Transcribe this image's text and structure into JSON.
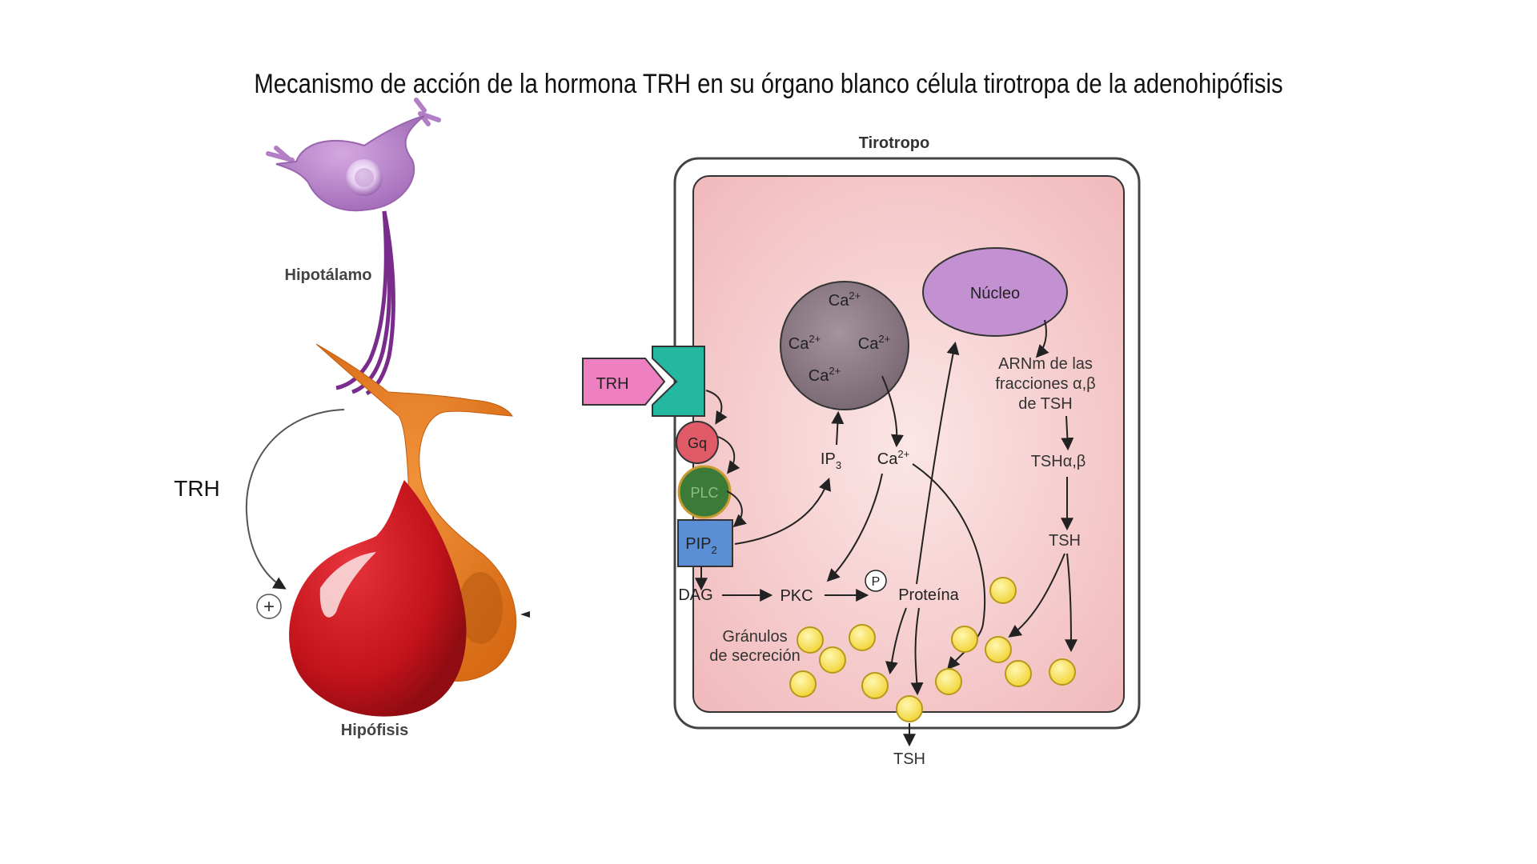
{
  "title": "Mecanismo de acción de la hormona TRH en su órgano blanco célula tirotropa de la adenohipófisis",
  "left_panel": {
    "hypothalamus_label": "Hipotálamo",
    "pituitary_label": "Hipófisis",
    "trh_label": "TRH",
    "plus_symbol": "+"
  },
  "right_panel": {
    "cell_label": "Tirotropo",
    "trh_ligand": "TRH",
    "gq": "Gq",
    "plc": "PLC",
    "pip_base": "PIP",
    "pip_sub": "2",
    "ip_base": "IP",
    "ip_sub": "3",
    "ca_base": "Ca",
    "ca_sup": "2+",
    "dag": "DAG",
    "pkc": "PKC",
    "phospho": "P",
    "protein": "Proteína",
    "nucleus": "Núcleo",
    "mrna_line1": "ARNm de las",
    "mrna_line2": "fracciones α,β",
    "mrna_line3": "de TSH",
    "tsh_ab": "TSHα,β",
    "tsh": "TSH",
    "granules_line1": "Gránulos",
    "granules_line2": "de secreción",
    "tsh_out": "TSH"
  },
  "colors": {
    "neuron": "#b983c8",
    "axon": "#7a2c8c",
    "anterior_pituitary": "#c8161d",
    "posterior_pituitary": "#e67a1e",
    "cell_cytoplasm": "#f7d0d0",
    "ca_store": "#8d7a85",
    "nucleus": "#c08cd0",
    "receptor": "#25b8a0",
    "trh": "#ee7fc0",
    "gq": "#e05a68",
    "plc": "#3c7a38",
    "pip2": "#5a8fd6",
    "granule": "#f7e14a"
  }
}
